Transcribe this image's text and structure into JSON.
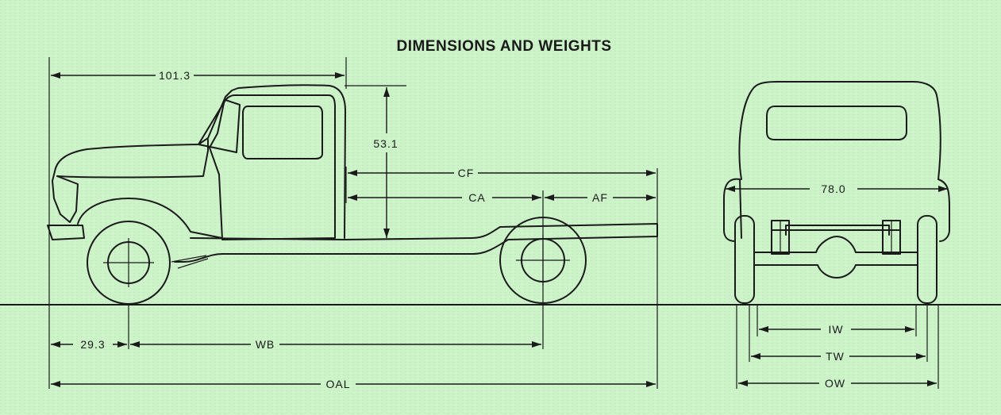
{
  "title": "DIMENSIONS AND WEIGHTS",
  "side_view": {
    "cab_front_length": "101.3",
    "cab_height": "53.1",
    "cab_to_frame_end": "CF",
    "cab_to_axle": "CA",
    "axle_to_frame_end": "AF",
    "front_overhang": "29.3",
    "wheelbase": "WB",
    "overall_length": "OAL"
  },
  "rear_view": {
    "overall_cab_width": "78.0",
    "inside_width": "IW",
    "tread_width": "TW",
    "overall_width": "OW"
  }
}
